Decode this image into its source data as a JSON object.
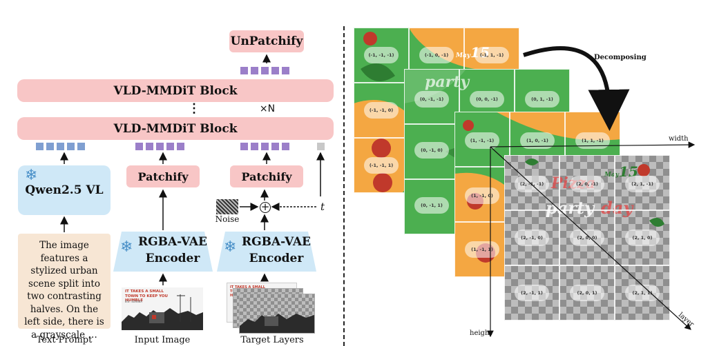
{
  "left_panel": {
    "unpatchify": "UnPatchify",
    "block_top": "VLD-MMDiT Block",
    "block_bottom": "VLD-MMDiT Block",
    "vdots": "⋮",
    "times_n": "×N",
    "qwen": "Qwen2.5 VL",
    "patchify_1": "Patchify",
    "patchify_2": "Patchify",
    "encoder_1_line1": "RGBA-VAE",
    "encoder_1_line2": "Encoder",
    "encoder_2_line1": "RGBA-VAE",
    "encoder_2_line2": "Encoder",
    "noise": "Noise",
    "t": "t",
    "prompt_text": "The image features a stylized urban scene split into two contrasting halves. On the left side, there is a grayscale …",
    "caption_text_prompt": "Text Prompt",
    "caption_input_image": "Input Image",
    "caption_target_layers": "Target Layers",
    "thumb_headline": "IT TAKES A SMALL TOWN TO KEEP YOU HUMBLE",
    "thumb_sub": "B.E. SUSSEX",
    "colors": {
      "pink_box": "#f8c6c6",
      "blue_box": "#cfe8f7",
      "prompt_bg": "#f7e6d4",
      "token_blue": "#7f9fd1",
      "token_purple": "#9b7fc9",
      "token_gray": "#c8c8c8"
    }
  },
  "right_panel": {
    "decomposing": "Decomposing",
    "axis_width": "width",
    "axis_height": "height",
    "axis_layer": "layer",
    "layer0_coords": [
      "(-1, -1, -1)",
      "(-1, 0, -1)",
      "(-1, 1, -1)",
      "(-1, -1, 0)",
      "(-1, -1, 1)"
    ],
    "layer1_coords": [
      "(0, -1, -1)",
      "(0, 0, -1)",
      "(0, 1, -1)",
      "(0, -1, 0)",
      "(0, -1, 1)"
    ],
    "layer2_coords": [
      "(1, -1, -1)",
      "(1, 0, -1)",
      "(1, 1, -1)",
      "(1, -1, 0)",
      "(1, -1, 1)"
    ],
    "layer3_coords": [
      "(2, -1, -1)",
      "(2, 0, -1)",
      "(2, 1, -1)",
      "(2, -1, 0)",
      "(2, 0, 0)",
      "(2, 1, 0)",
      "(2, -1, 1)",
      "(2, 0, 1)",
      "(2, 1, 1)"
    ],
    "poster_may": "May",
    "poster_day": "15",
    "poster_party": "party",
    "poster_pizza": "Pizza",
    "poster_day_word": "day",
    "colors": {
      "green": "#4caf50",
      "dark_green": "#2e7d32",
      "orange": "#f4a742",
      "red": "#c0392b"
    }
  }
}
